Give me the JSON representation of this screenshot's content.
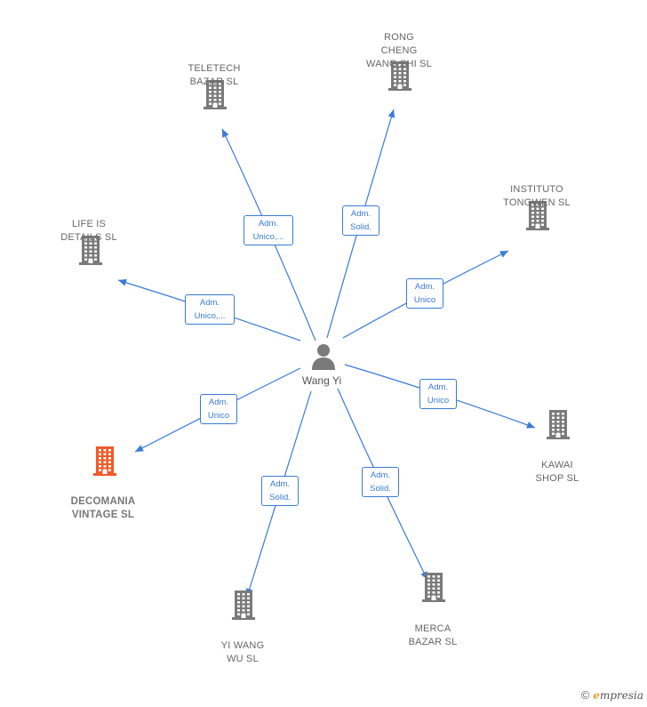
{
  "center": {
    "name": "Wang Yi",
    "icon": "person-icon"
  },
  "colors": {
    "edge": "#3a7bd5",
    "building": "#7a7a7a",
    "highlight_building": "#f05a28"
  },
  "companies": [
    {
      "id": "teletech",
      "name": "TELETECH\nBAZAR  SL",
      "role": "Adm.\nUnico,...",
      "highlight": false
    },
    {
      "id": "rong-cheng",
      "name": "RONG\nCHENG\nWANG SHI SL",
      "role": "Adm.\nSolid.",
      "highlight": false
    },
    {
      "id": "instituto",
      "name": "INSTITUTO\nTONGWEN  SL",
      "role": "Adm.\nUnico",
      "highlight": false
    },
    {
      "id": "life-is",
      "name": "LIFE IS\nDETAILS  SL",
      "role": "Adm.\nUnico,...",
      "highlight": false
    },
    {
      "id": "kawai",
      "name": "KAWAI\nSHOP  SL",
      "role": "Adm.\nUnico",
      "highlight": false
    },
    {
      "id": "decomania",
      "name": "DECOMANIA\nVINTAGE  SL",
      "role": "Adm.\nUnico",
      "highlight": true
    },
    {
      "id": "merca",
      "name": "MERCA\nBAZAR SL",
      "role": "Adm.\nSolid.",
      "highlight": false
    },
    {
      "id": "yi-wang",
      "name": "YI WANG\nWU  SL",
      "role": "Adm.\nSolid.",
      "highlight": false
    }
  ],
  "footer": {
    "copyright": "©",
    "brand_initial": "e",
    "brand_rest": "mpresia"
  }
}
